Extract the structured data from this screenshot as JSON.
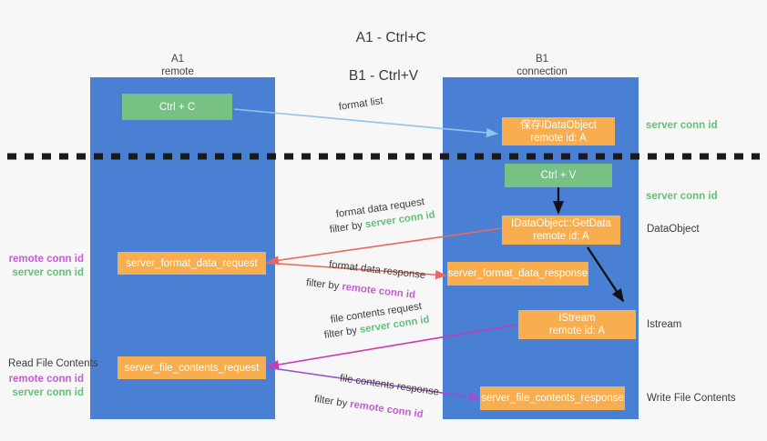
{
  "title": {
    "line1": "A1 - Ctrl+C",
    "line2": "B1 - Ctrl+V"
  },
  "columns": [
    {
      "name": "A1",
      "sub": "remote"
    },
    {
      "name": "B1",
      "sub": "connection"
    }
  ],
  "boxes": {
    "ctrl_c": {
      "line1": "Ctrl + C",
      "line2": ""
    },
    "ctrl_v": {
      "line1": "Ctrl + V",
      "line2": ""
    },
    "save_idataobject": {
      "line1": "保存IDataObject",
      "line2": "remote id: A"
    },
    "getdata": {
      "line1": "IDataObject::GetData",
      "line2": "remote id: A"
    },
    "istream": {
      "line1": "IStream",
      "line2": "remote id: A"
    },
    "server_format_data_request": {
      "line1": "server_format_data_request",
      "line2": ""
    },
    "server_format_data_response": {
      "line1": "server_format_data_response",
      "line2": ""
    },
    "server_file_contents_request": {
      "line1": "server_file_contents_request",
      "line2": ""
    },
    "server_file_contents_response": {
      "line1": "server_file_contents_response",
      "line2": ""
    }
  },
  "captions": {
    "format_list": "format list",
    "format_data_request": "format data request",
    "format_data_response": "format data response",
    "file_contents_request": "file contents request",
    "file_contents_response": "file contents response",
    "filter_by": "filter by ",
    "server_conn_id": "server conn id",
    "remote_conn_id": "remote conn id"
  },
  "right_labels": {
    "server_conn_id_top": "server conn id",
    "server_conn_id_mid": "server conn id",
    "data_object": "DataObject",
    "istream": "Istream",
    "write_file_contents": "Write File Contents"
  },
  "left_labels": {
    "remote_conn_id_1": "remote conn id",
    "server_conn_id_1": "server conn id",
    "read_file_contents": "Read File Contents",
    "remote_conn_id_2": "remote conn id",
    "server_conn_id_2": "server conn id"
  },
  "colors": {
    "background": "#f7f7f7",
    "lane": "#4a80d4",
    "green_box": "#76c183",
    "orange_box": "#f8ad4e",
    "green_text": "#63c077",
    "magenta_text": "#c65bd4",
    "arrow_lightblue": "#8fc5e8",
    "arrow_red": "#e8675f",
    "arrow_magenta": "#c838b8",
    "arrow_purple": "#9b4fd0",
    "arrow_black": "#111111",
    "divider": "#1a1a1a"
  }
}
